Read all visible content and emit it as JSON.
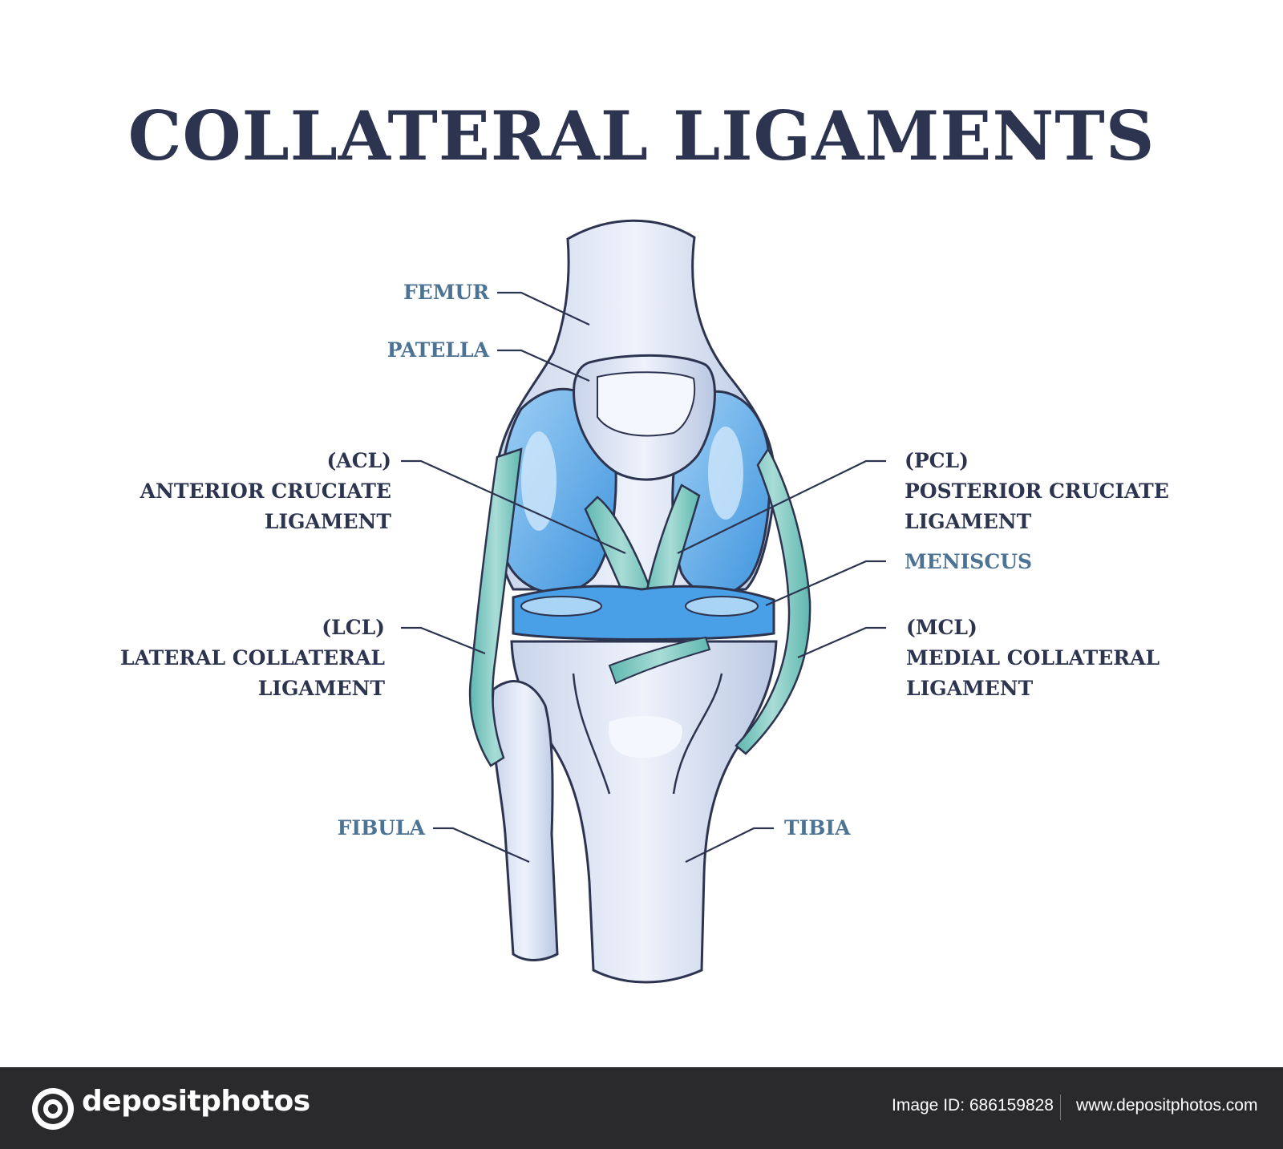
{
  "title": "COLLATERAL LIGAMENTS",
  "labels": {
    "femur": "FEMUR",
    "patella": "PATELLA",
    "acl": [
      "(ACL)",
      "ANTERIOR CRUCIATE",
      "LIGAMENT"
    ],
    "pcl": [
      "(PCL)",
      "POSTERIOR CRUCIATE",
      "LIGAMENT"
    ],
    "meniscus": "MENISCUS",
    "lcl": [
      "(LCL)",
      "LATERAL COLLATERAL",
      "LIGAMENT"
    ],
    "mcl": [
      "(MCL)",
      "MEDIAL COLLATERAL",
      "LIGAMENT"
    ],
    "fibula": "FIBULA",
    "tibia": "TIBIA"
  },
  "footer": {
    "brand": "depositphotos",
    "image_id": "Image ID: 686159828",
    "site": "www.depositphotos.com"
  },
  "colors": {
    "title": "#2d3450",
    "bone_label": "#4d7394",
    "bone": "#d6def0",
    "cartilage": "#5aa8e8",
    "ligament": "#7cc7c0",
    "outline": "#2d3450",
    "footer_bg": "#2a2a2c"
  },
  "icons": [
    "camera-logo-icon"
  ]
}
